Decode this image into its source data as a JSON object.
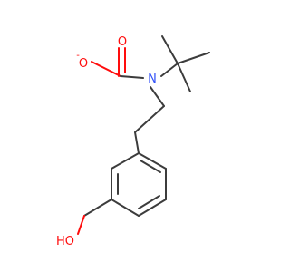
{
  "molecule": {
    "atoms": {
      "carbonyl_oxygen": "O",
      "carboxylate_oxygen": "O",
      "carboxylate_charge": "-",
      "nitrogen": "N",
      "hydroxyl": "HO"
    },
    "colors": {
      "bond": "#3c3c3c",
      "oxygen": "#ff0d0d",
      "nitrogen": "#3050f8"
    }
  }
}
